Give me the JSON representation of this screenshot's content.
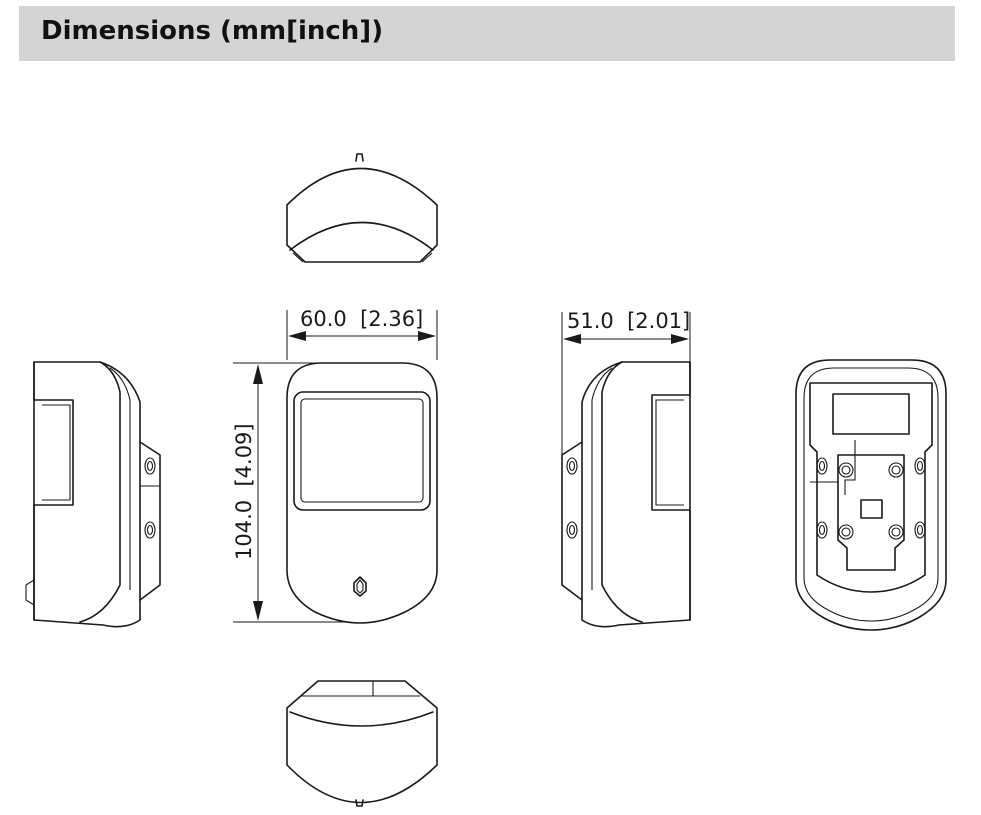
{
  "header": {
    "title": "Dimensions (mm[inch])"
  },
  "dimensions": {
    "width_label": "60.0  [2.36]",
    "height_label": "104.0  [4.09]",
    "depth_label": "51.0  [2.01]"
  }
}
